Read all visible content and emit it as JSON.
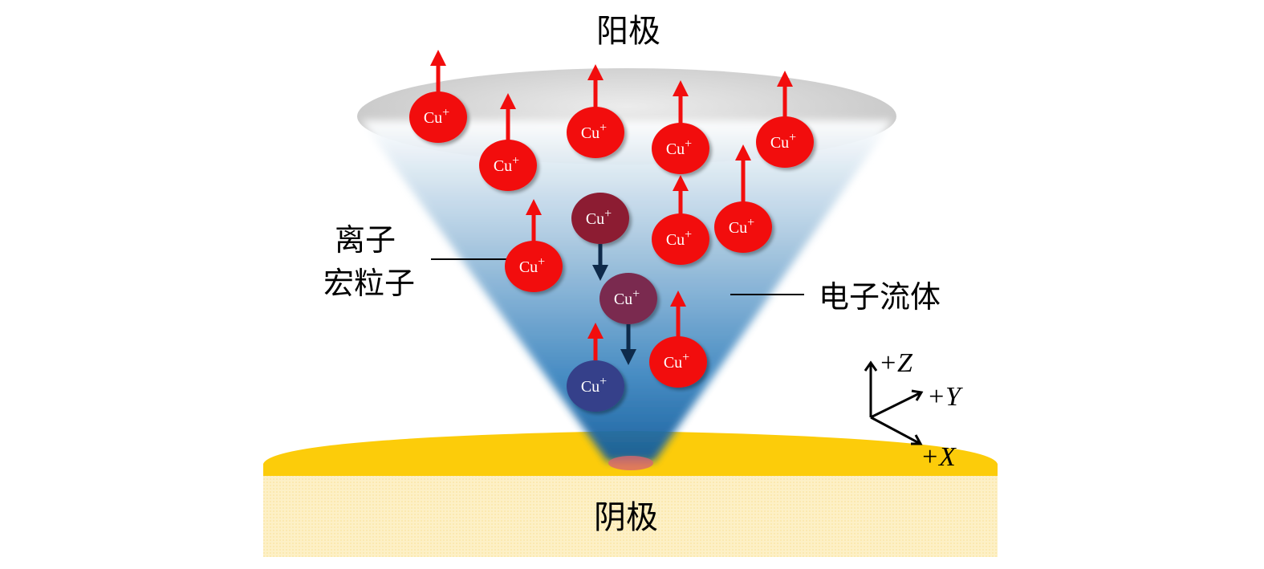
{
  "labels": {
    "anode": "阳极",
    "cathode": "阴极",
    "ion_macro_line1": "离子",
    "ion_macro_line2": "宏粒子",
    "electron_fluid": "电子流体"
  },
  "ion": {
    "base": "Cu",
    "charge": "+"
  },
  "axes": {
    "z": "+Z",
    "y": "+Y",
    "x": "+X"
  },
  "colors": {
    "ion_red": "#f20d0d",
    "anode_gray": "#cfcfcf",
    "cathode_gold": "#fccc0a",
    "cathode_base": "#fdf0c6",
    "cone_blue": "#1a64a8"
  }
}
